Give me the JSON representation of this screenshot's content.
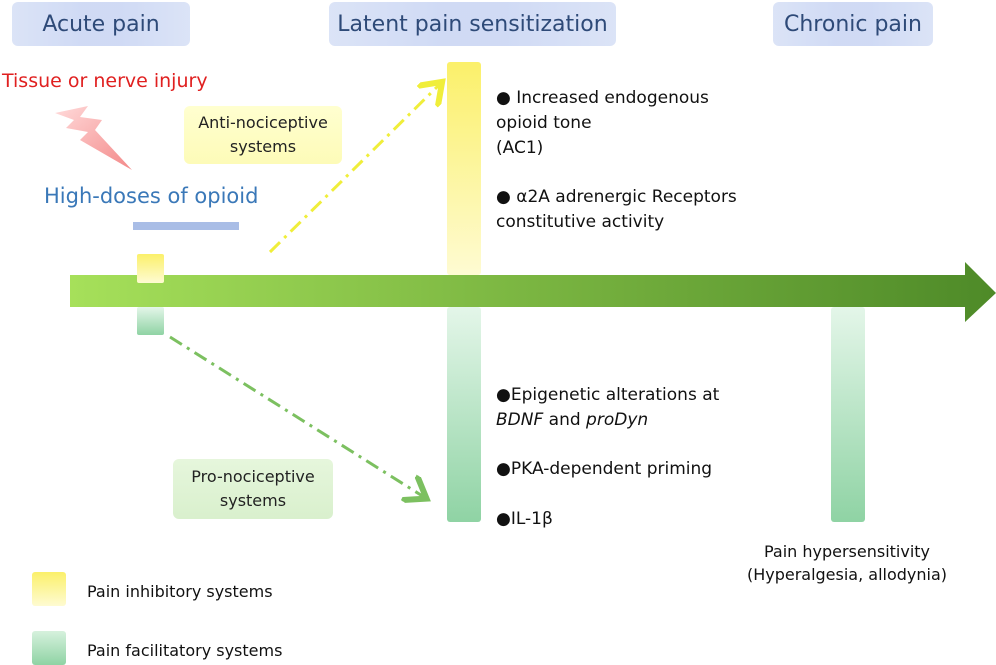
{
  "phases": {
    "acute": "Acute pain",
    "latent": "Latent pain sensitization",
    "chronic": "Chronic pain"
  },
  "injury_label": "Tissue or nerve injury",
  "opioid_label": "High-doses of opioid",
  "anti_box": {
    "line1": "Anti-nociceptive",
    "line2": "systems"
  },
  "pro_box": {
    "line1": "Pro-nociceptive",
    "line2": "systems"
  },
  "inhibitory_mechanisms": [
    {
      "bullet": "●",
      "lines": [
        "Increased endogenous",
        "opioid tone",
        "(AC1)"
      ]
    },
    {
      "bullet": "●",
      "lines": [
        "α2A adrenergic Receptors",
        "constitutive activity"
      ]
    }
  ],
  "facilitatory_mechanisms": {
    "item1": {
      "bullet": "●",
      "line1": "Epigenetic alterations at",
      "gene1": "BDNF",
      "and": " and ",
      "gene2": "proDyn"
    },
    "item2": {
      "bullet": "●",
      "text": "PKA-dependent priming"
    },
    "item3": {
      "bullet": "●",
      "text": "IL-1β"
    }
  },
  "outcome": {
    "line1": "Pain hypersensitivity",
    "line2": "(Hyperalgesia, allodynia)"
  },
  "legend": [
    {
      "label": "Pain inhibitory systems",
      "color": "#fdf68a"
    },
    {
      "label": "Pain facilitatory systems",
      "color": "#9edcb0"
    }
  ],
  "colors": {
    "injury_text": "#e02020",
    "opioid_text": "#3a78b8",
    "timeline_arrow_start": "#a6e05a",
    "timeline_arrow_end": "#4e8a28",
    "dashed_yellow": "#f0ee3a",
    "dashed_green": "#7cc060"
  },
  "icons": {
    "injury": "lightning-bolt-icon"
  }
}
